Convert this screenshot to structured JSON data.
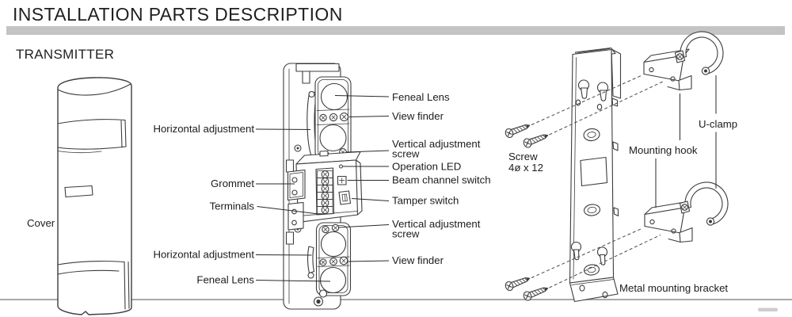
{
  "header": {
    "title": "INSTALLATION PARTS DESCRIPTION",
    "section": "TRANSMITTER"
  },
  "colors": {
    "divider_bar": "#c4c4c4",
    "line_art": "#3c3c3c",
    "label_text": "#1c1c1c",
    "bottom_rule": "#9b9b9b"
  },
  "transmitter": {
    "cover": "Cover",
    "labels_left": {
      "horizontal_adjustment_top": "Horizontal adjustment",
      "grommet": "Grommet",
      "terminals": "Terminals",
      "horizontal_adjustment_bottom": "Horizontal adjustment",
      "feneal_lens_bottom": "Feneal Lens"
    },
    "labels_right": {
      "feneal_lens_top": "Feneal Lens",
      "view_finder_top": "View finder",
      "vertical_adjustment_top_line1": "Vertical adjustment",
      "vertical_adjustment_top_line2": "screw",
      "operation_led": "Operation LED",
      "beam_channel_switch": "Beam channel switch",
      "tamper_switch": "Tamper switch",
      "vertical_adjustment_bottom_line1": "Vertical adjustment",
      "vertical_adjustment_bottom_line2": "screw",
      "view_finder_bottom": "View finder"
    }
  },
  "mounting": {
    "screw_line1": "Screw",
    "screw_line2": "4ø x 12",
    "u_clamp": "U-clamp",
    "mounting_hook": "Mounting hook",
    "metal_mounting_bracket": "Metal mounting bracket"
  }
}
